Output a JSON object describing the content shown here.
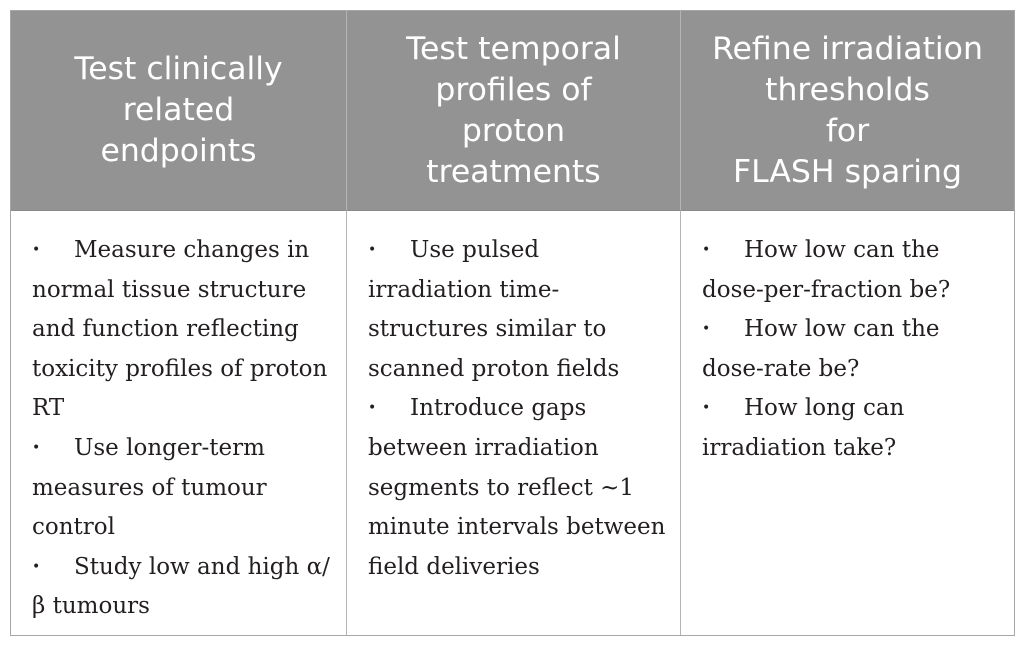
{
  "table": {
    "columns": [
      {
        "header": "Test clinically\nrelated\nendpoints",
        "bullets": [
          "Measure changes in normal tissue structure and function reflecting toxicity profiles of proton RT",
          "Use longer-term measures of tumour control",
          "Study low and high α/β tumours"
        ]
      },
      {
        "header": "Test temporal\nprofiles of\nproton\ntreatments",
        "bullets": [
          "Use pulsed irradiation time-structures similar to scanned proton fields",
          "Introduce gaps between irradiation segments to reflect ~1 minute intervals between field deliveries"
        ]
      },
      {
        "header": "Refine irradiation\nthresholds\nfor\nFLASH sparing",
        "bullets": [
          "How low can the dose-per-fraction be?",
          "How low can the dose-rate be?",
          "How long can irradiation take?"
        ]
      }
    ],
    "header_bg": "#939393",
    "header_text_color": "#ffffff",
    "bullet_symbol": "•"
  }
}
